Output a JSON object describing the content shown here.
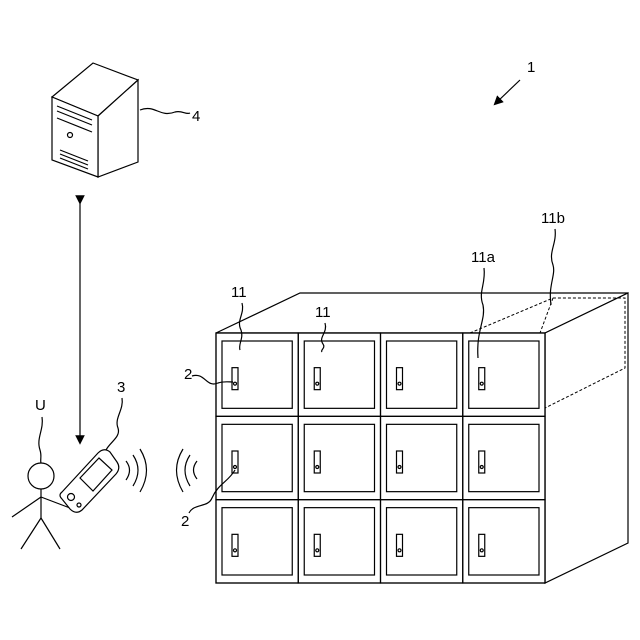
{
  "refs": {
    "system": "1",
    "lock": "2",
    "terminal": "3",
    "server": "4",
    "locker": "11",
    "locker_door": "11a",
    "locker_space": "11b",
    "user": "U"
  },
  "grid": {
    "rows": 3,
    "cols": 4
  }
}
